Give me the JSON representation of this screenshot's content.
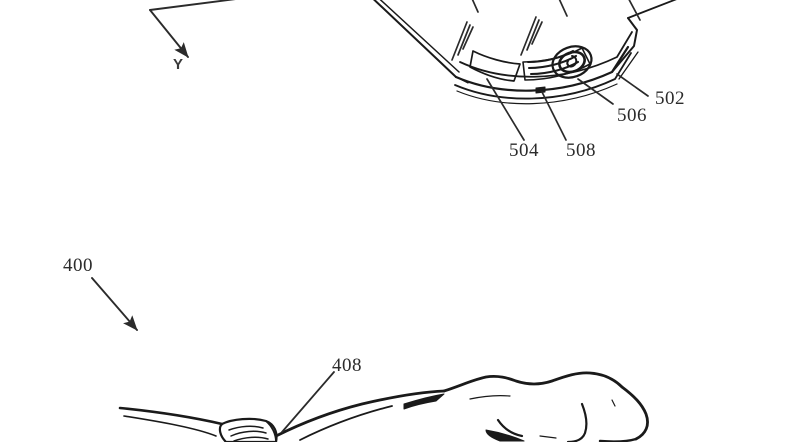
{
  "figure": {
    "kind": "patent-line-drawing",
    "background_color": "#ffffff",
    "ink_color": "#1a1a1a",
    "numeral_color": "#2b2b2b"
  },
  "axes": {
    "y_label": "Y"
  },
  "upper_figure": {
    "description": "Perspective view of bottom edge of a handheld mobile device",
    "callouts": [
      {
        "id": "502",
        "label": "502",
        "target": "device-outer-housing-corner"
      },
      {
        "id": "504",
        "label": "504",
        "target": "device-display-panel"
      },
      {
        "id": "506",
        "label": "506",
        "target": "device-bezel-edge"
      },
      {
        "id": "508",
        "label": "508",
        "target": "device-microphone-port"
      }
    ],
    "features": {
      "speaker_grille": "speaker-grille",
      "round_button": "round-home-button",
      "vibration_marks": "vibration-hatch-marks"
    }
  },
  "lower_figure": {
    "description": "Side profile of a closed hand wearing a wrist-worn band",
    "callouts": [
      {
        "id": "400",
        "label": "400",
        "target": "lower-figure-assembly"
      },
      {
        "id": "408",
        "label": "408",
        "target": "wrist-worn-band"
      }
    ]
  }
}
